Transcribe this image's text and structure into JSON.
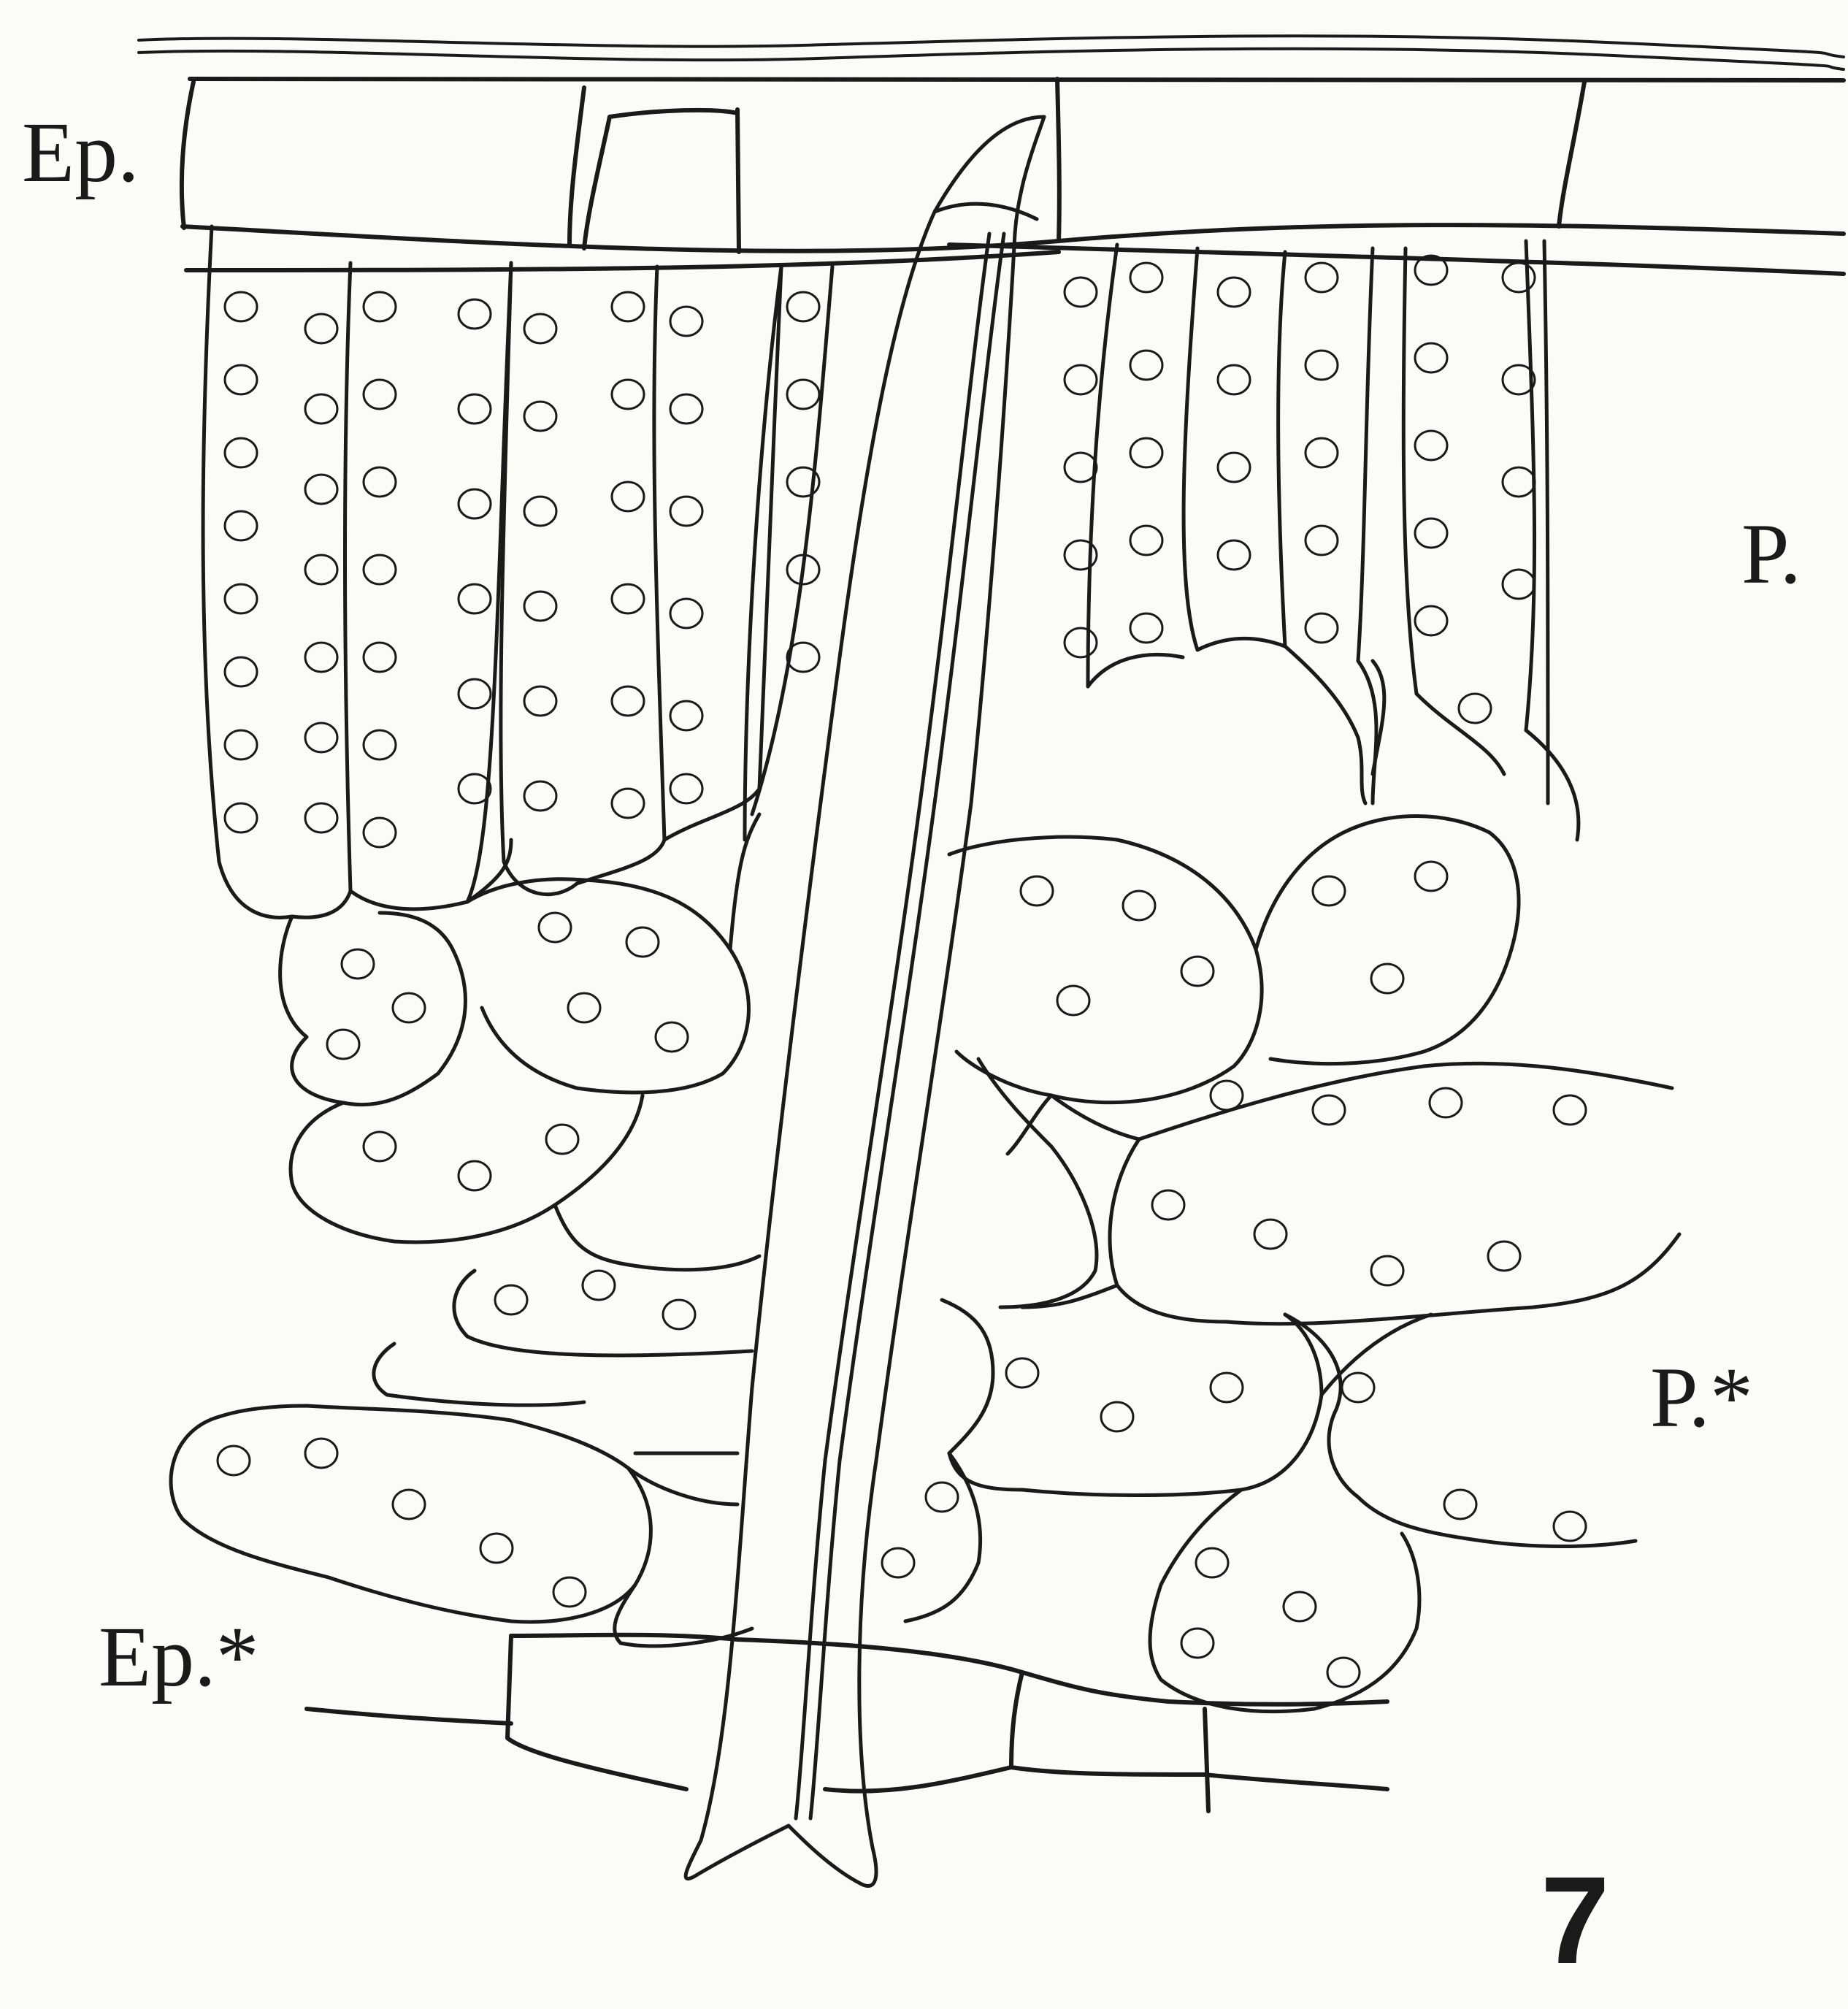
{
  "figure": {
    "number": "7",
    "labels": {
      "upper_epidermis": "Ep.",
      "palisade": "P.",
      "lower_palisade": "P.*",
      "lower_epidermis": "Ep.*"
    },
    "colors": {
      "ink": "#1a1a1a",
      "paper": "#fbfbf8"
    }
  }
}
